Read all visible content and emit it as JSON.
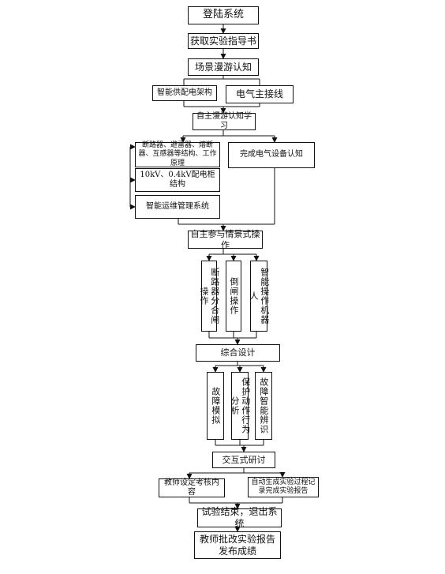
{
  "flow": {
    "login": "登陆系统",
    "guide": "获取实验指导书",
    "scene_tour": "场景漫游认知",
    "smart_dist": "智能供配电架构",
    "main_wiring": "电气主接线",
    "self_tour": "自主漫游认知学习",
    "breaker_text": "断路器、避雷器、熔断器、互感器等结构、工作原理",
    "cabinet": "10kV、0.4kV配电柜结构",
    "om_system": "智能运维管理系统",
    "complete_device": "完成电气设备认知",
    "self_scene": "自主参与情景式操作",
    "breaker_op": "断路器分合闸操作",
    "switch_op": "倒闸操作",
    "robot": "智能操作机器人",
    "comp_design": "综合设计",
    "fault_sim": "故障模拟",
    "protect": "保护动作行为分析",
    "fault_id": "故障智能辨识",
    "interactive": "交互式研讨",
    "teacher_set": "教师设定考核内容",
    "auto_gen": "自动生成实验过程记录完成实验报告",
    "end": "试验结束，退出系统",
    "grade": "教师批改实验报告发布成绩"
  }
}
